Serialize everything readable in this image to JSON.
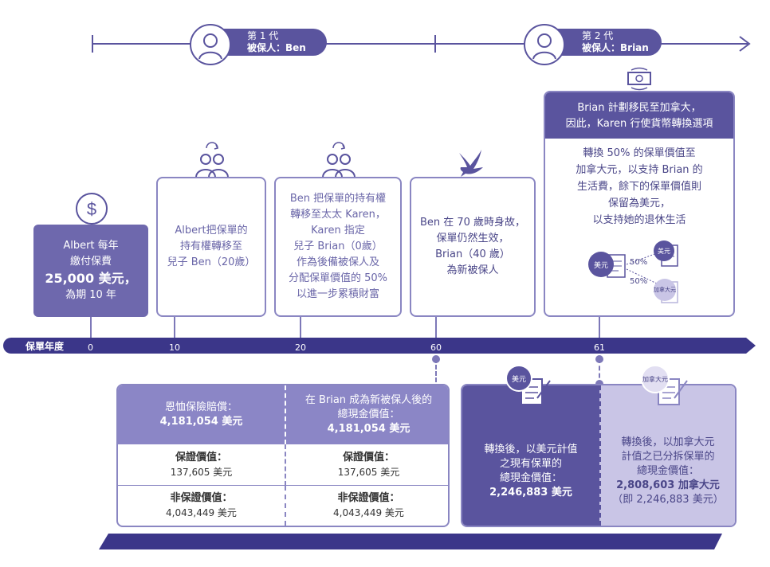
{
  "generations": [
    {
      "line1": "第 1 代",
      "line2": "被保人：Ben"
    },
    {
      "line1": "第 2 代",
      "line2": "被保人：Brian"
    }
  ],
  "timeline": {
    "label": "保單年度",
    "ticks": [
      "0",
      "10",
      "20",
      "60",
      "61"
    ]
  },
  "events": {
    "e0": {
      "line1": "Albert 每年",
      "line2": "繳付保費",
      "line3": "25,000 美元，",
      "line4": "為期 10 年"
    },
    "e10": {
      "line1": "Albert把保單的",
      "line2": "持有權轉移至",
      "line3": "兒子 Ben（20歲）"
    },
    "e20": {
      "line1": "Ben 把保單的持有權",
      "line2": "轉移至太太 Karen，",
      "line3": "Karen 指定",
      "line4": "兒子 Brian（0歲）",
      "line5": "作為後備被保人及",
      "line6": "分配保單價值的 50%",
      "line7": "以進一步累積財富"
    },
    "e60": {
      "line1": "Ben 在 70 歲時身故，",
      "line2": "保單仍然生效，",
      "line3": "Brian（40 歲）",
      "line4": "為新被保人"
    },
    "e61": {
      "header1": "Brian 計劃移民至加拿大，",
      "header2": "因此，Karen 行使貨幣轉換選項",
      "body1": "轉換 50% 的保單價值至",
      "body2": "加拿大元，以支持 Brian 的",
      "body3": "生活費，餘下的保單價值則",
      "body4": "保留為美元，",
      "body5": "以支持她的退休生活",
      "tag_usd": "美元",
      "tag_cad": "加拿大元",
      "pct1": "50%",
      "pct2": "50%"
    }
  },
  "table": {
    "col1": {
      "header1": "恩恤保險賠償：",
      "header2": "4,181,054 美元",
      "g_label": "保證價值：",
      "g_value": "137,605 美元",
      "ng_label": "非保證價值：",
      "ng_value": "4,043,449 美元"
    },
    "col2": {
      "header1": "在 Brian 成為新被保人後的",
      "header2": "總現金價值：",
      "header3": "4,181,054 美元",
      "g_label": "保證價值：",
      "g_value": "137,605 美元",
      "ng_label": "非保證價值：",
      "ng_value": "4,043,449 美元"
    },
    "col3": {
      "tag": "美元",
      "line1": "轉換後，以美元計值",
      "line2": "之現有保單的",
      "line3": "總現金價值：",
      "line4": "2,246,883 美元"
    },
    "col4": {
      "tag": "加拿大元",
      "line1": "轉換後，以加拿大元",
      "line2": "計值之已分拆保單的",
      "line3": "總現金價值：",
      "line4": "2,808,603 加拿大元",
      "line5": "（即 2,246,883 美元）"
    }
  },
  "colors": {
    "primary": "#5a549e",
    "mid": "#6e68ad",
    "light": "#c9c5e6",
    "border": "#8a86c2"
  }
}
